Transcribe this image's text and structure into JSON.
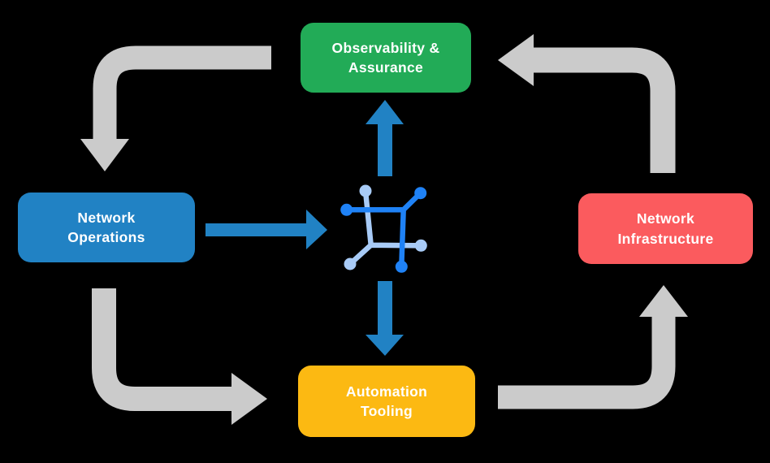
{
  "colors": {
    "background": "#000000",
    "text": "#FFFFFF",
    "gray_arrow": "#CBCBCB",
    "blue_arrow": "#2182C4",
    "icon_dark": "#1F82F6",
    "icon_light": "#A8CBF7"
  },
  "boxes": {
    "observability": {
      "lines": [
        "Observability &",
        "Assurance"
      ],
      "color": "#22AB57"
    },
    "operations": {
      "lines": [
        "Network",
        "Operations"
      ],
      "color": "#2182C4"
    },
    "infrastructure": {
      "lines": [
        "Network",
        "Infrastructure"
      ],
      "color": "#FB5B5E"
    },
    "automation": {
      "lines": [
        "Automation",
        "Tooling"
      ],
      "color": "#FCB912"
    }
  }
}
